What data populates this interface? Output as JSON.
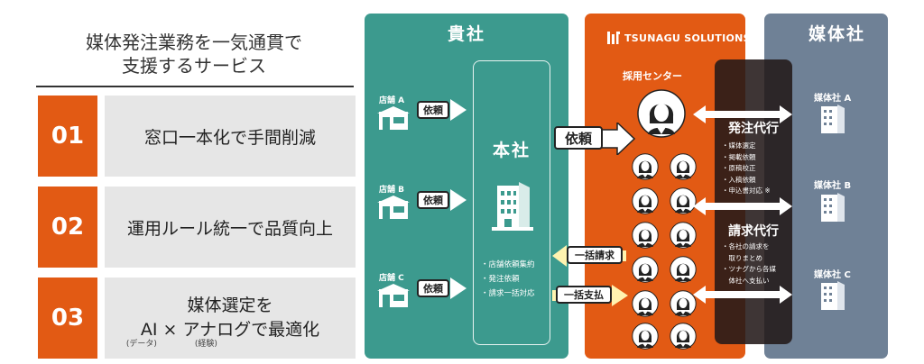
{
  "headline": {
    "line1": "媒体発注業務を一気通貫で",
    "line2": "支援するサービス"
  },
  "features": [
    {
      "num": "01",
      "text": "窓口一本化で手間削減"
    },
    {
      "num": "02",
      "text": "運用ルール統一で品質向上"
    },
    {
      "num": "03",
      "line1": "媒体選定を",
      "line2_a": "AI × ",
      "line2_b": "アナログで最適化",
      "ruby_a": "(データ)",
      "ruby_b": "(経験)"
    }
  ],
  "client": {
    "title": "貴社",
    "stores": [
      "店舗 A",
      "店舗 B",
      "店舗 C"
    ],
    "request_label": "依頼",
    "hq": {
      "title": "本社",
      "tasks": [
        "・店舗依頼集約",
        "・発注依頼",
        "・請求一括対応"
      ]
    }
  },
  "main_request": "依頼",
  "bulk_invoice": "一括請求",
  "bulk_payment": "一括支払",
  "tsunagu": {
    "brand": "TSUNAGU SOLUTIONS",
    "center": "採用センター"
  },
  "panel": {
    "order": {
      "title": "発注代行",
      "items": [
        "・媒体選定",
        "・掲載依頼",
        "・原稿校正",
        "・入稿依頼",
        "・申込書対応 ※"
      ]
    },
    "billing": {
      "title": "請求代行",
      "items": [
        "・各社の請求を",
        "　取りまとめ",
        "・ツナグから各媒",
        "　体社へ支払い"
      ]
    }
  },
  "media": {
    "title": "媒体社",
    "items": [
      "媒体社 A",
      "媒体社 B",
      "媒体社 C"
    ]
  },
  "colors": {
    "accent": "#e25a14",
    "client": "#3c9a8e",
    "media": "#6f8196",
    "feature_bg": "#e6e6e6"
  }
}
